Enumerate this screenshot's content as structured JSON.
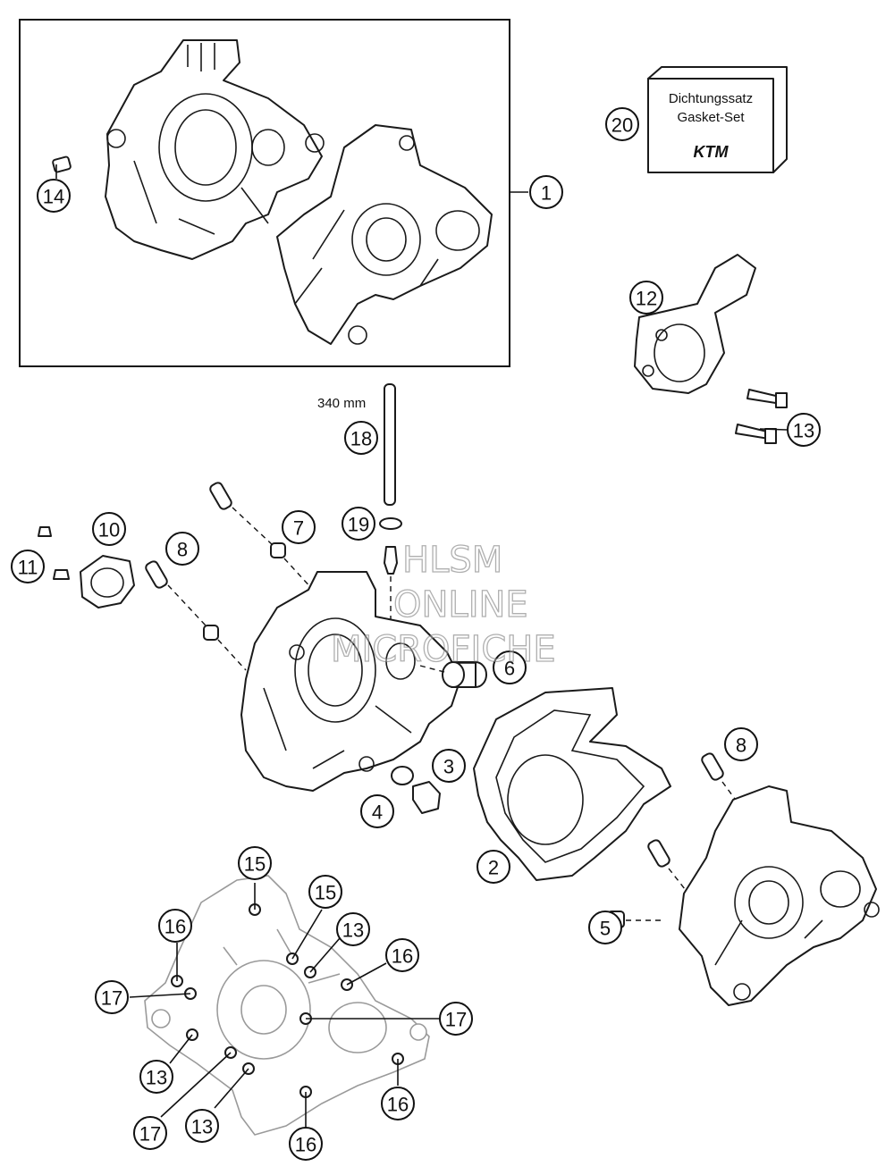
{
  "gasket_set": {
    "line1": "Dichtungssatz",
    "line2": "Gasket-Set",
    "logo": "KTM"
  },
  "dimension_label": "340 mm",
  "watermark": {
    "line1": "HLSM",
    "line2": "ONLINE",
    "line3": "MICROFICHE"
  },
  "callouts": {
    "c1": "1",
    "c2": "2",
    "c3": "3",
    "c4": "4",
    "c5": "5",
    "c6": "6",
    "c7": "7",
    "c8a": "8",
    "c8b": "8",
    "c10": "10",
    "c11": "11",
    "c12": "12",
    "c13a": "13",
    "c13b": "13",
    "c13c": "13",
    "c13d": "13",
    "c14": "14",
    "c15a": "15",
    "c15b": "15",
    "c16a": "16",
    "c16b": "16",
    "c16c": "16",
    "c16d": "16",
    "c17a": "17",
    "c17b": "17",
    "c17c": "17",
    "c18": "18",
    "c19": "19",
    "c20": "20"
  }
}
